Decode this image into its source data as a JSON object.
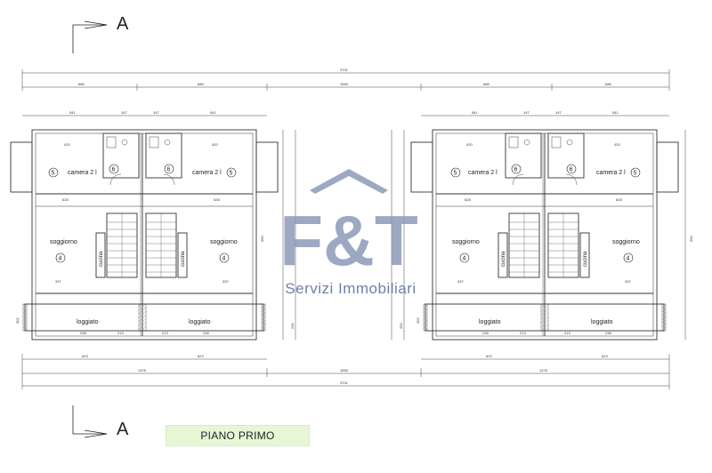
{
  "sheet": {
    "title": "PIANO PRIMO",
    "section_marker": "A"
  },
  "watermark": {
    "logo_text": "F&T",
    "tagline": "Servizi Immobiliari"
  },
  "rooms": {
    "camera": "camera 2 l",
    "soggiorno": "soggiorno",
    "loggiato": "loggiato",
    "cucina": "cucina",
    "camera_number": "5",
    "bath_number": "6",
    "soggiorno_number": "4"
  },
  "dimensions": {
    "overall": "3701",
    "overall_bottom": "3701",
    "inner_total": "1550",
    "inner_total_bottom": "1550",
    "segment_outer": "686",
    "segment_mid": "686",
    "building_width": "1376",
    "wall_541": "541",
    "wall_147": "147",
    "room_420": "420",
    "room_628": "628",
    "room_337": "337",
    "log_302": "302",
    "log_238": "238",
    "log_213": "213",
    "log_623": "623",
    "side_560": "560",
    "side_245": "245",
    "side_333": "333"
  },
  "colors": {
    "line": "#3a3a3a",
    "watermark": "#8c99b8",
    "caption_bg": "#e6f7d6"
  }
}
